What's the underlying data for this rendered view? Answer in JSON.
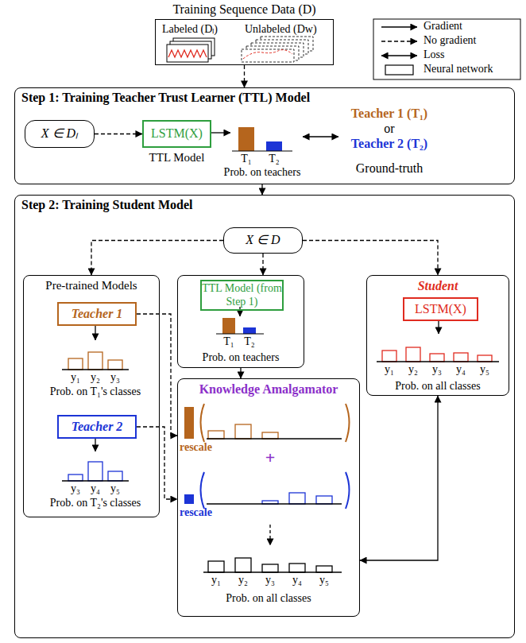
{
  "diagram": {
    "nodes": [
      {
        "text": [
          "Training Sequence Data (D)",
          "Labeled (Dₗ)",
          "Unlabeled (Dw)"
        ]
      },
      {
        "text": [
          "Step 1: Training Teacher Trust Learner (TTL) Model"
        ]
      },
      {
        "text": [
          "X ∈ Dₗ"
        ],
        "in": 1
      },
      {
        "text": [
          "LSTM(X)",
          "TTL Model"
        ],
        "in": 1
      },
      {
        "text": [
          "Step 2: Training Student Model"
        ]
      },
      {
        "text": [
          "X ∈ D"
        ],
        "in": 4
      },
      {
        "text": [
          "Pre-trained Models"
        ],
        "in": 4
      },
      {
        "text": [
          "Teacher 1"
        ],
        "in": 6
      },
      {
        "text": [
          "Teacher 2"
        ],
        "in": 6
      },
      {
        "text": [
          "Prob. on teachers"
        ],
        "in": 4
      },
      {
        "text": [
          "TTL Model (from Step 1)"
        ],
        "in": 9
      },
      {
        "text": [
          "Student",
          "Prob. on all classes"
        ],
        "in": 4
      },
      {
        "text": [
          "LSTM(X)"
        ],
        "in": 11
      },
      {
        "text": [
          "Knowledge Amalgamator",
          "Prob. on all classes"
        ],
        "in": 4
      }
    ],
    "edges": [
      {
        "from": 0,
        "to": 1,
        "arrow": "to"
      },
      {
        "from": 2,
        "to": 3,
        "arrow": "to"
      },
      {
        "from": 1,
        "to": 4,
        "arrow": "to"
      },
      {
        "from": 5,
        "to": 6,
        "arrow": "to"
      },
      {
        "from": 5,
        "to": 9,
        "arrow": "to"
      },
      {
        "from": 5,
        "to": 11,
        "arrow": "to"
      },
      {
        "from": 7,
        "to": 13,
        "arrow": "to"
      },
      {
        "from": 8,
        "to": 13,
        "arrow": "to"
      },
      {
        "from": 9,
        "to": 13,
        "arrow": "to"
      },
      {
        "from": 13,
        "to": 11,
        "arrow": "both"
      }
    ],
    "labels": [
      "T₁",
      "T₂",
      "Prob. on teachers",
      "Teacher 1 (T₁)",
      "or",
      "Teacher 2 (T₂)",
      "Ground-truth",
      "y₁",
      "y₂",
      "y₃",
      "Prob. on T₁'s classes",
      "y₃",
      "y₄",
      "y₅",
      "Prob. on T₂'s classes",
      "T₁",
      "T₂",
      "y₁",
      "y₂",
      "y₃",
      "y₄",
      "y₅",
      "rescale",
      "+",
      "rescale",
      "y₁",
      "y₂",
      "y₃",
      "y₄",
      "y₅"
    ],
    "legend": [
      {
        "text": "Gradient"
      },
      {
        "text": "No gradient"
      },
      {
        "text": "Loss"
      },
      {
        "text": "Neural network"
      }
    ]
  }
}
